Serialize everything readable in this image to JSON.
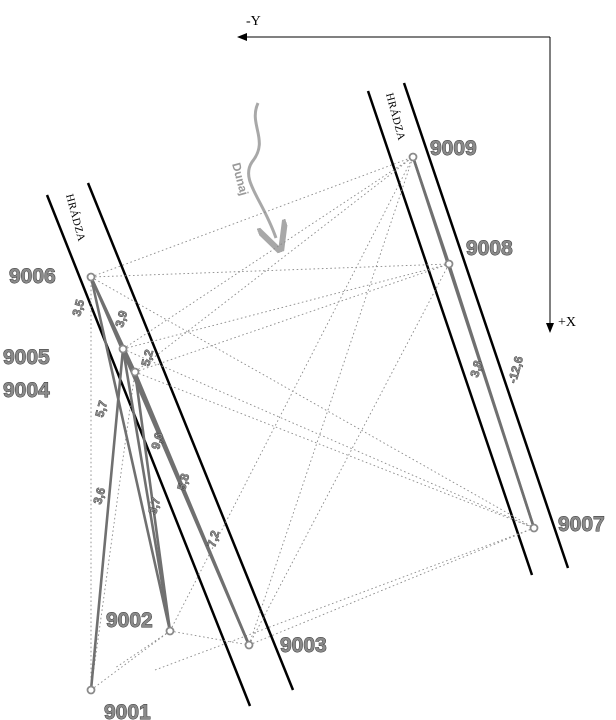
{
  "axes": {
    "neg_y": "-Y",
    "pos_x": "+X"
  },
  "river": {
    "label": "Dunaj"
  },
  "dikes": [
    {
      "id": "left",
      "label": "HRÁDZA"
    },
    {
      "id": "right",
      "label": "HRÁDZA"
    }
  ],
  "points": [
    {
      "id": "9001",
      "label": "9001"
    },
    {
      "id": "9002",
      "label": "9002"
    },
    {
      "id": "9003",
      "label": "9003"
    },
    {
      "id": "9004",
      "label": "9004"
    },
    {
      "id": "9005",
      "label": "9005"
    },
    {
      "id": "9006",
      "label": "9006"
    },
    {
      "id": "9007",
      "label": "9007"
    },
    {
      "id": "9008",
      "label": "9008"
    },
    {
      "id": "9009",
      "label": "9009"
    }
  ],
  "values": [
    "3,5",
    "3,9",
    "5,2",
    "5,7",
    "9,6",
    "5,8",
    "3,6",
    "3,7",
    "7,2",
    "3,8",
    "-12,6"
  ],
  "colors": {
    "solid_line": "#707070",
    "dotted_line": "#8a8a8a",
    "dike": "#000000",
    "river": "#a8a8a8"
  }
}
